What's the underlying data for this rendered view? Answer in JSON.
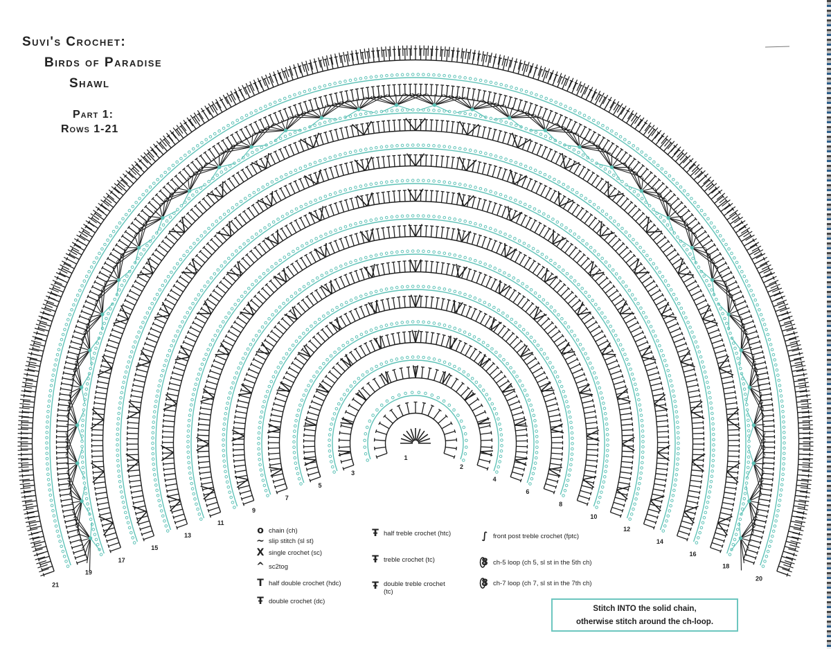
{
  "title": {
    "line1": "Suvi's Crochet:",
    "line2": "Birds of Paradise",
    "line3": "Shawl"
  },
  "part": {
    "line1": "Part 1:",
    "line2": "Rows 1-21"
  },
  "colors": {
    "teal": "#5ec2b7",
    "black": "#1e1e1e",
    "note_border": "#6cc6bf"
  },
  "row_labels": [
    "1",
    "2",
    "3",
    "4",
    "5",
    "6",
    "7",
    "8",
    "9",
    "10",
    "11",
    "12",
    "13",
    "14",
    "15",
    "16",
    "17",
    "18",
    "19",
    "20",
    "21"
  ],
  "legend": {
    "left": [
      {
        "symbol": "o",
        "label": "chain (ch)"
      },
      {
        "symbol": "~",
        "label": "slip stitch (sl st)"
      },
      {
        "symbol": "X",
        "label": "single crochet (sc)"
      },
      {
        "symbol": "^",
        "label": "sc2tog"
      },
      {
        "symbol": "T",
        "label": "half double crochet (hdc)"
      },
      {
        "symbol": "Ŧ",
        "label": "double crochet (dc)"
      }
    ],
    "middle": [
      {
        "symbol": "Ŧ",
        "label": "half treble crochet (htc)"
      },
      {
        "symbol": "Ŧ",
        "label": "treble crochet (tc)"
      },
      {
        "symbol": "Ŧ",
        "label": "double treble crochet (tc)"
      }
    ],
    "right": [
      {
        "symbol": "∫",
        "label": "front post treble crochet (fptc)"
      },
      {
        "symbol": "8",
        "label": "ch-5 loop (ch 5, sl st in the 5th ch)"
      },
      {
        "symbol": "8",
        "label": "ch-7 loop (ch 7, sl st in the 7th ch)"
      }
    ]
  },
  "note": {
    "line1": "Stitch INTO the solid chain,",
    "line2": "otherwise stitch around the ch-loop."
  }
}
